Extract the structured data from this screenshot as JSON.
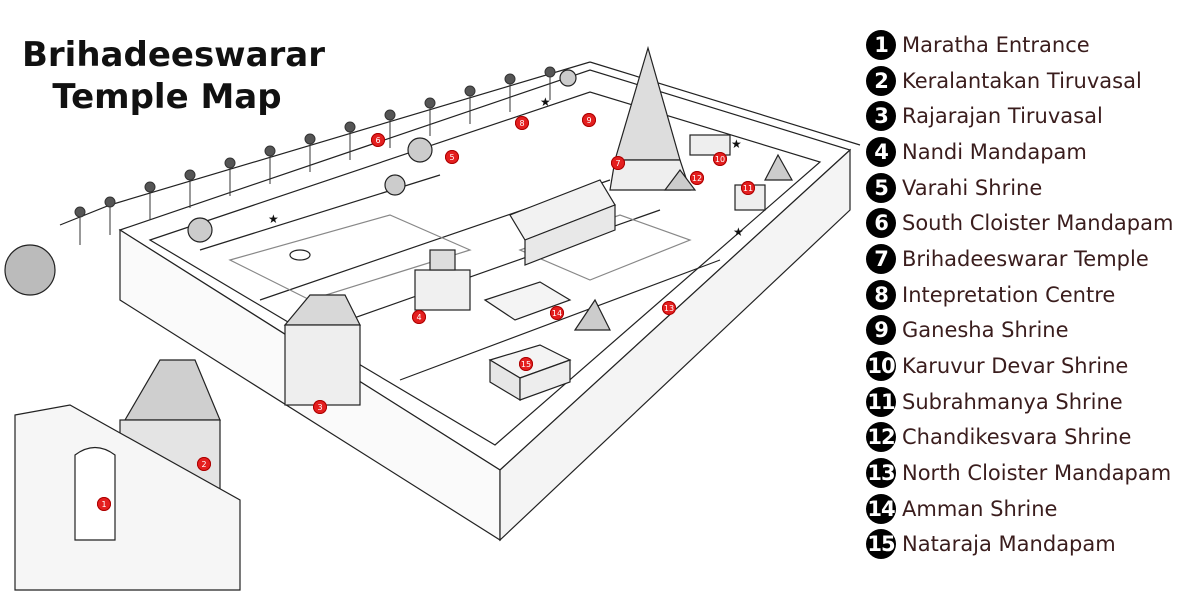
{
  "title": {
    "line1": "Brihadeeswarar",
    "line2": "Temple Map"
  },
  "legend": [
    {
      "num": "1",
      "label": "Maratha Entrance"
    },
    {
      "num": "2",
      "label": "Keralantakan Tiruvasal"
    },
    {
      "num": "3",
      "label": "Rajarajan Tiruvasal"
    },
    {
      "num": "4",
      "label": "Nandi Mandapam"
    },
    {
      "num": "5",
      "label": "Varahi Shrine"
    },
    {
      "num": "6",
      "label": "South Cloister Mandapam"
    },
    {
      "num": "7",
      "label": "Brihadeeswarar Temple"
    },
    {
      "num": "8",
      "label": "Intepretation Centre"
    },
    {
      "num": "9",
      "label": "Ganesha Shrine"
    },
    {
      "num": "10",
      "label": "Karuvur Devar Shrine"
    },
    {
      "num": "11",
      "label": "Subrahmanya Shrine"
    },
    {
      "num": "12",
      "label": "Chandikesvara Shrine"
    },
    {
      "num": "13",
      "label": "North Cloister Mandapam"
    },
    {
      "num": "14",
      "label": "Amman Shrine"
    },
    {
      "num": "15",
      "label": "Nataraja Mandapam"
    }
  ],
  "markers": [
    "1",
    "2",
    "3",
    "4",
    "5",
    "6",
    "7",
    "8",
    "9",
    "10",
    "11",
    "12",
    "13",
    "14",
    "15"
  ],
  "colors": {
    "marker": "#e41f1f",
    "legend_badge": "#000000",
    "legend_text": "#3a1d1d",
    "line": "#222222"
  }
}
